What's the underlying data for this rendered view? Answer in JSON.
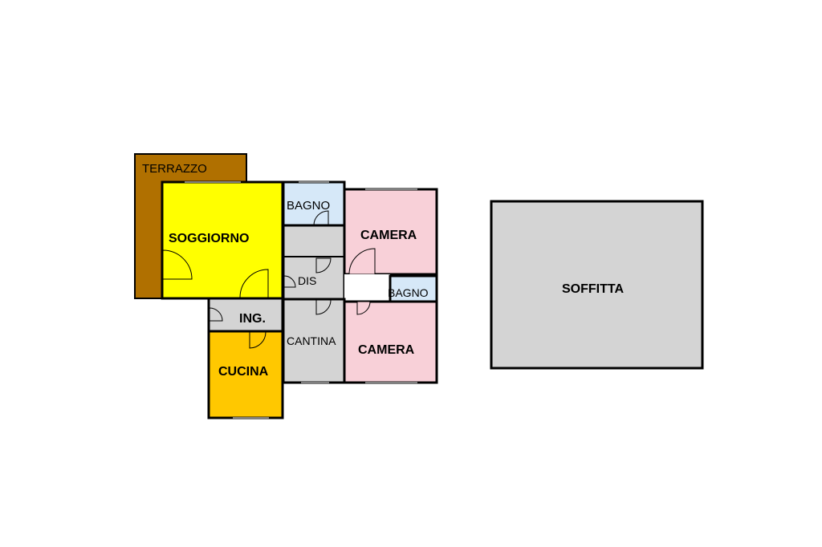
{
  "plan": {
    "rooms": {
      "terrazzo": {
        "label": "TERRAZZO",
        "color": "#b07000"
      },
      "soggiorno": {
        "label": "SOGGIORNO",
        "color": "#ffff00"
      },
      "bagno_top": {
        "label": "BAGNO",
        "color": "#d6e8f8"
      },
      "camera_top": {
        "label": "CAMERA",
        "color": "#f8d0d8"
      },
      "dis": {
        "label": "DIS",
        "color": "#d4d4d4"
      },
      "bagno_small": {
        "label": "BAGNO",
        "color": "#d6e8f8"
      },
      "ingresso": {
        "label": "ING.",
        "color": "#d4d4d4"
      },
      "cantina": {
        "label": "CANTINA",
        "color": "#d4d4d4"
      },
      "camera_bottom": {
        "label": "CAMERA",
        "color": "#f8d0d8"
      },
      "cucina": {
        "label": "CUCINA",
        "color": "#ffc800"
      },
      "soffitta": {
        "label": "SOFFITTA",
        "color": "#d4d4d4"
      }
    },
    "wall_color": "#000000",
    "door_fill": "#d4d4d4"
  }
}
